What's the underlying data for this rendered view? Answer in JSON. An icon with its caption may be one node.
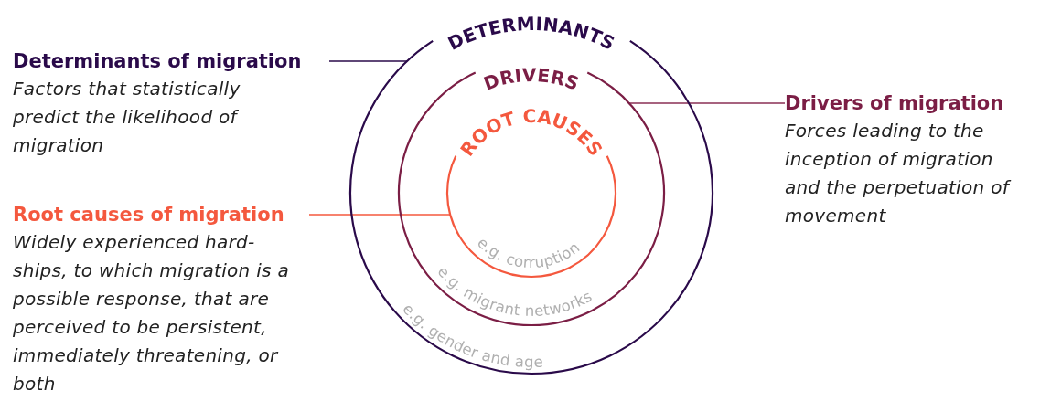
{
  "diagram": {
    "nodes": [
      {
        "text": [
          "DETERMINANTS",
          "e.g. gender and age"
        ]
      },
      {
        "text": [
          "DRIVERS",
          "e.g. migrant networks"
        ],
        "in": 0
      },
      {
        "text": [
          "ROOT CAUSES",
          "e.g. corruption"
        ],
        "in": 1
      },
      {
        "text": [
          "Determinants of migration",
          "Factors that statistically predict the likelihood of migration"
        ]
      },
      {
        "text": [
          "Drivers of migration",
          "Forces leading to the inception of migration and the perpetuation of movement"
        ]
      },
      {
        "text": [
          "Root causes of migration",
          "Widely experienced hard-ships, to which migration is a possible response, that are perceived to be persistent, immediately threatening, or both"
        ]
      }
    ],
    "edges": [
      {
        "from": 3,
        "to": 0,
        "arrow": "none",
        "color": "#2a0a4a"
      },
      {
        "from": 4,
        "to": 1,
        "arrow": "none",
        "color": "#8a2f55"
      },
      {
        "from": 5,
        "to": 2,
        "arrow": "none",
        "color": "#f4583e"
      }
    ]
  }
}
